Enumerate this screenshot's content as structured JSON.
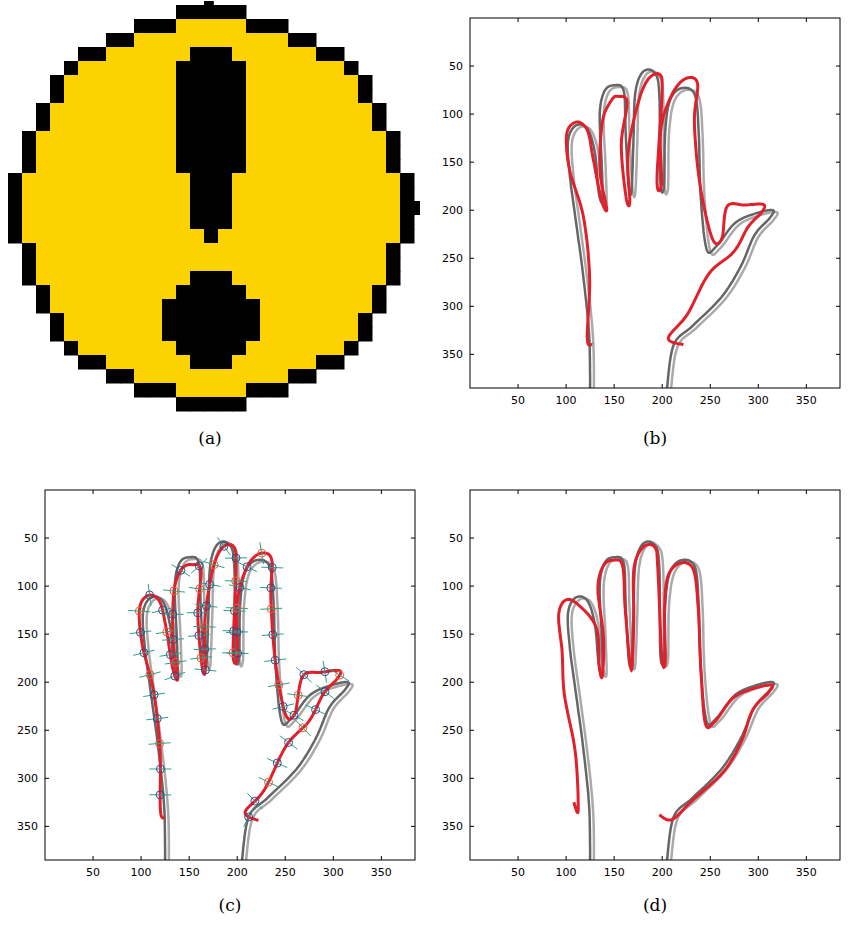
{
  "diagram": {
    "labels": [
      "(a)",
      "50",
      "100",
      "150",
      "200",
      "250",
      "300",
      "350",
      "50",
      "100",
      "150",
      "200",
      "250",
      "300",
      "350",
      "(b)",
      "50",
      "100",
      "150",
      "200",
      "250",
      "300",
      "350",
      "50",
      "100",
      "150",
      "200",
      "250",
      "300",
      "350",
      "(c)",
      "50",
      "100",
      "150",
      "200",
      "250",
      "300",
      "350",
      "50",
      "100",
      "150",
      "200",
      "250",
      "300",
      "350",
      "(d)"
    ]
  }
}
